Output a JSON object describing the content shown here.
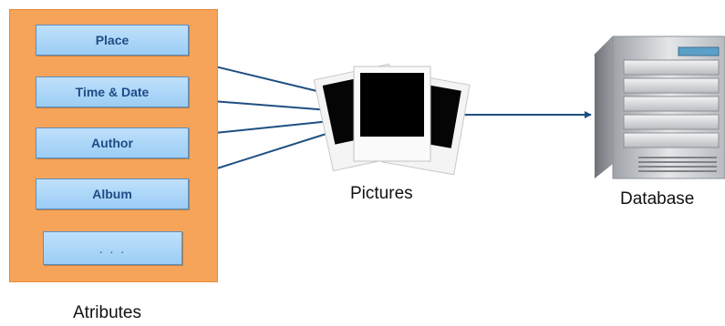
{
  "attributes": {
    "items": [
      "Place",
      "Time & Date",
      "Author",
      "Album",
      ". . ."
    ],
    "label": "Atributes"
  },
  "pictures": {
    "label": "Pictures"
  },
  "database": {
    "label": "Database"
  },
  "colors": {
    "panel": "#f6a45a",
    "attribute_box": "#a9d4f6",
    "attribute_text": "#1f4c86",
    "arrow": "#1f4f82"
  }
}
